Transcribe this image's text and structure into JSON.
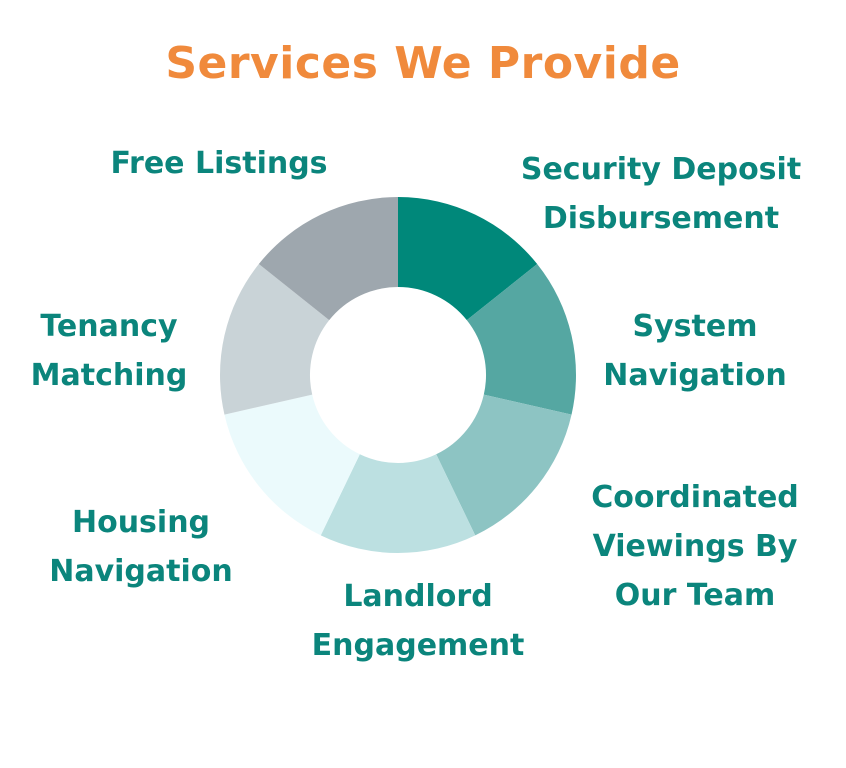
{
  "title": "Services We Provide",
  "colors": {
    "title": "#f08a3c",
    "label": "#0b857c",
    "background": "#ffffff"
  },
  "chart_data": {
    "type": "pie",
    "style": "donut",
    "categories": [
      "Security Deposit Disbursement",
      "System Navigation",
      "Coordinated Viewings By Our Team",
      "Landlord Engagement",
      "Housing Navigation",
      "Tenancy Matching",
      "Free Listings"
    ],
    "values": [
      1,
      1,
      1,
      1,
      1,
      1,
      1
    ],
    "segment_colors": [
      "#00887a",
      "#55a7a2",
      "#8dc4c3",
      "#bce0e1",
      "#ebfafc",
      "#c9d3d7",
      "#9ea7ae"
    ]
  },
  "labels": [
    {
      "lines": [
        "Security Deposit",
        "Disbursement"
      ]
    },
    {
      "lines": [
        "System",
        "Navigation"
      ]
    },
    {
      "lines": [
        "Coordinated",
        "Viewings By",
        "Our Team"
      ]
    },
    {
      "lines": [
        "Landlord",
        "Engagement"
      ]
    },
    {
      "lines": [
        "Housing",
        "Navigation"
      ]
    },
    {
      "lines": [
        "Tenancy",
        "Matching"
      ]
    },
    {
      "lines": [
        "Free Listings"
      ]
    }
  ]
}
